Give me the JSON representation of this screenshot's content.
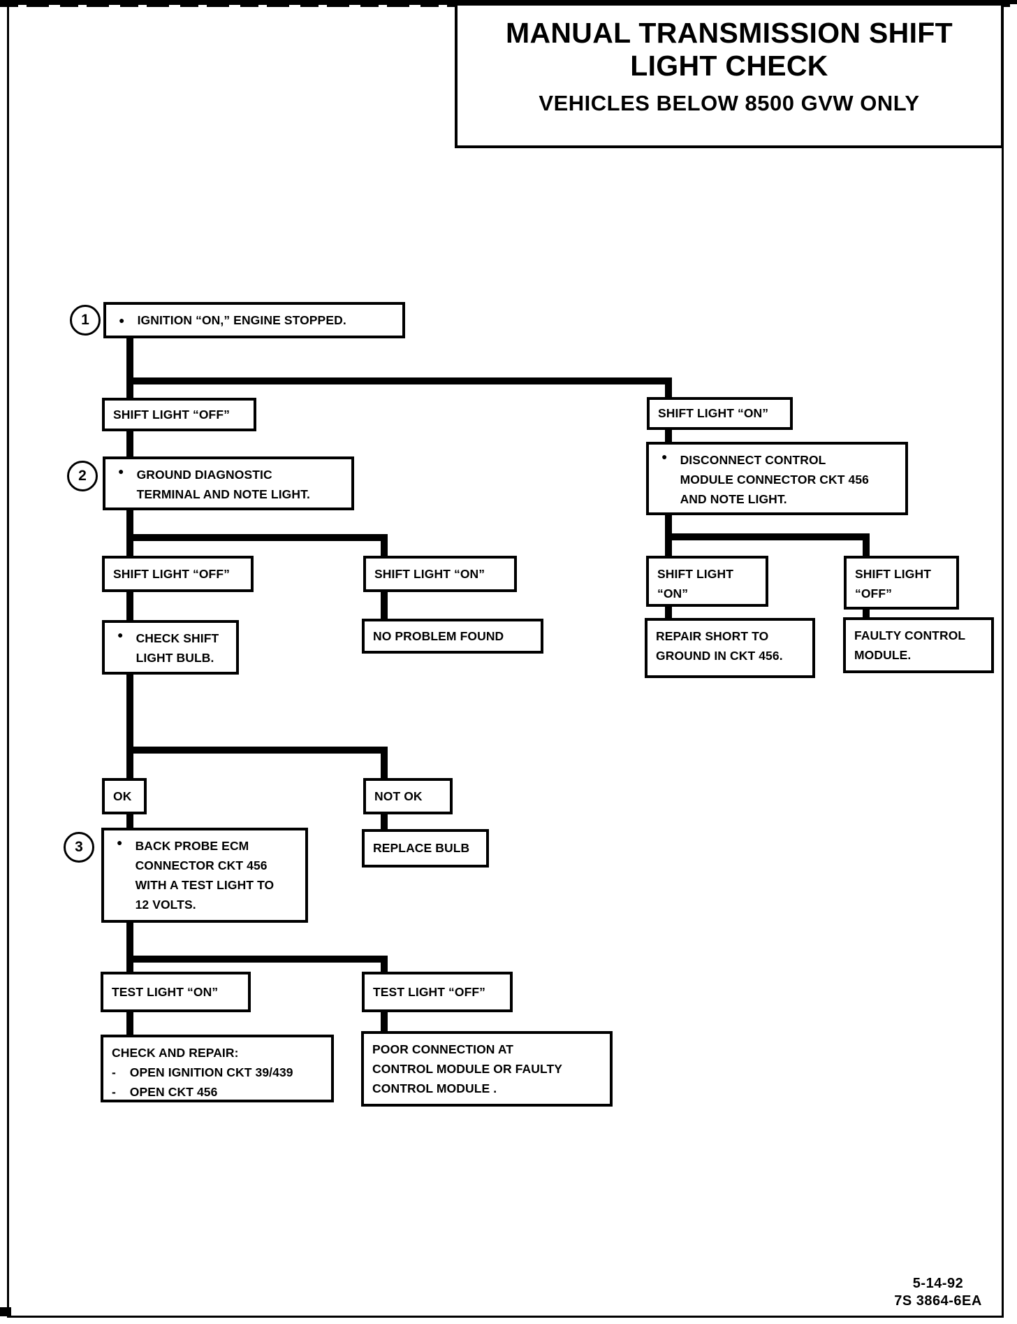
{
  "colors": {
    "ink": "#000000",
    "paper": "#ffffff"
  },
  "bullet": "●",
  "page": {
    "title_line1": "MANUAL TRANSMISSION SHIFT",
    "title_line2": "LIGHT CHECK",
    "subtitle": "VEHICLES BELOW 8500 GVW ONLY",
    "footer_date": "5-14-92",
    "footer_code": "7S 3864-6EA"
  },
  "steps": [
    "1",
    "2",
    "3"
  ],
  "nodes": {
    "ignition": {
      "lines": [
        "IGNITION “ON,” ENGINE STOPPED."
      ]
    },
    "shiftOffL1": {
      "label": "SHIFT LIGHT “OFF”"
    },
    "shiftOnR1": {
      "label": "SHIFT LIGHT “ON”"
    },
    "ground": {
      "lines": [
        "GROUND DIAGNOSTIC",
        "TERMINAL AND NOTE LIGHT."
      ]
    },
    "disconnect": {
      "lines": [
        "DISCONNECT CONTROL",
        "MODULE CONNECTOR CKT 456",
        "AND NOTE LIGHT."
      ]
    },
    "shiftOffL2": {
      "label": "SHIFT LIGHT “OFF”"
    },
    "shiftOnM2": {
      "label": "SHIFT LIGHT “ON”"
    },
    "shiftOnRL": {
      "lines": [
        "SHIFT LIGHT",
        "“ON”"
      ]
    },
    "shiftOffRR": {
      "lines": [
        "SHIFT LIGHT",
        "“OFF”"
      ]
    },
    "checkBulb": {
      "lines": [
        "CHECK SHIFT",
        "LIGHT BULB."
      ]
    },
    "noProblem": {
      "label": "NO PROBLEM FOUND"
    },
    "repairShort": {
      "lines": [
        "REPAIR SHORT TO",
        "GROUND IN CKT 456."
      ]
    },
    "faultyModule": {
      "lines": [
        "FAULTY CONTROL",
        "MODULE."
      ]
    },
    "ok": {
      "label": "OK"
    },
    "notOk": {
      "label": "NOT OK"
    },
    "backProbe": {
      "lines": [
        "BACK PROBE ECM",
        "CONNECTOR CKT 456",
        "WITH A TEST LIGHT TO",
        "12 VOLTS."
      ]
    },
    "replaceBulb": {
      "label": "REPLACE BULB"
    },
    "testOn": {
      "label": "TEST LIGHT “ON”"
    },
    "testOff": {
      "label": "TEST LIGHT “OFF”"
    },
    "checkRepair": {
      "lines": [
        "CHECK AND REPAIR:",
        "-    OPEN IGNITION CKT 39/439",
        "-    OPEN CKT 456"
      ]
    },
    "poorConn": {
      "lines": [
        "POOR CONNECTION AT",
        "CONTROL MODULE OR FAULTY",
        "CONTROL MODULE ."
      ]
    }
  }
}
